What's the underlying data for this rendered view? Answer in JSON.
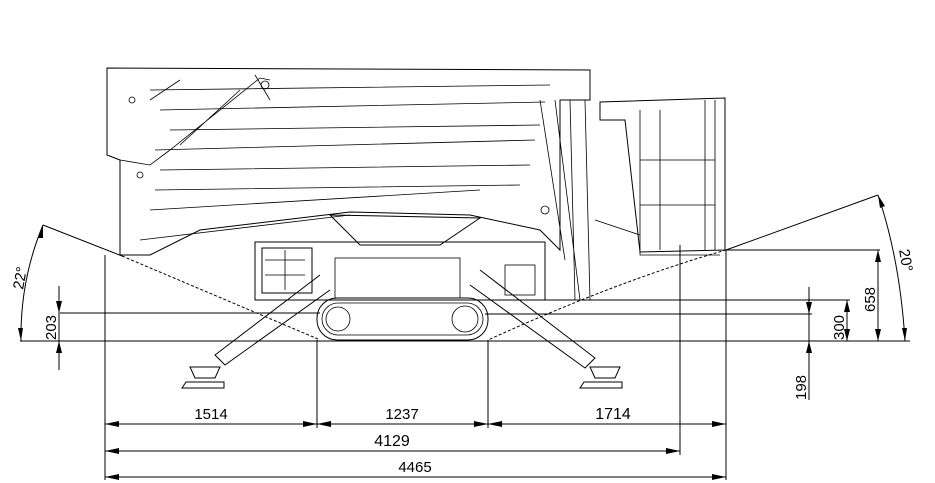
{
  "drawing": {
    "title": "Spider lift side view dimensions",
    "angles": {
      "left": "22°",
      "right": "20°"
    },
    "horizontal_dims": {
      "outrigger_left": "1514",
      "track": "1237",
      "outrigger_right": "1714",
      "overall_to_boom": "4129",
      "overall_length": "4465"
    },
    "vertical_dims": {
      "left_clearance": "203",
      "ground_clearance": "198",
      "track_height": "300",
      "boom_height": "658"
    }
  }
}
